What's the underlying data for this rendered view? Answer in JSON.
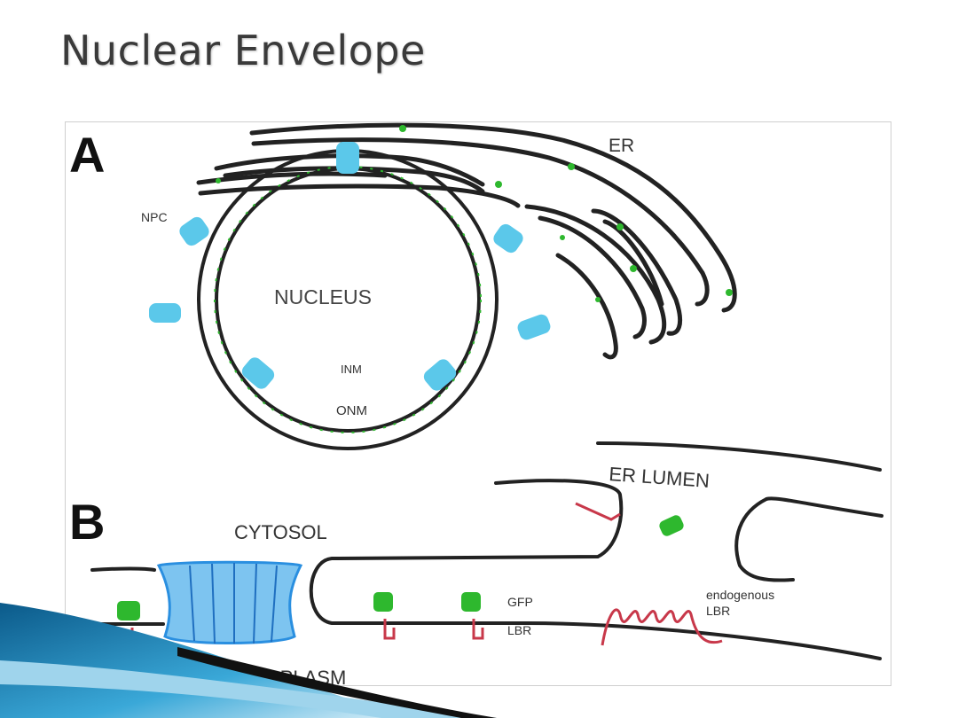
{
  "slide": {
    "title": "Nuclear Envelope"
  },
  "figure": {
    "panel_a": {
      "panel_letter": "A",
      "labels": {
        "er": "ER",
        "npc": "NPC",
        "nucleus": "NUCLEUS",
        "inm": "INM",
        "onm": "ONM"
      }
    },
    "panel_b": {
      "panel_letter": "B",
      "labels": {
        "er_lumen": "ER LUMEN",
        "cytosol": "CYTOSOL",
        "gfp": "GFP",
        "lbr": "LBR",
        "endogenous_line1": "endogenous",
        "endogenous_line2": "LBR",
        "nucleoplasm": "NUCLEOPLASM"
      }
    },
    "colors": {
      "membrane": "#222222",
      "pore": "#5bc8ea",
      "gfp_marker": "#2eb82e",
      "lbr_protein": "#c8384a",
      "pore_complex_b": "#2a8fe0"
    }
  },
  "decoration": {
    "accent_colors": [
      "#0b5a8a",
      "#3aa8d8",
      "#111111"
    ]
  }
}
